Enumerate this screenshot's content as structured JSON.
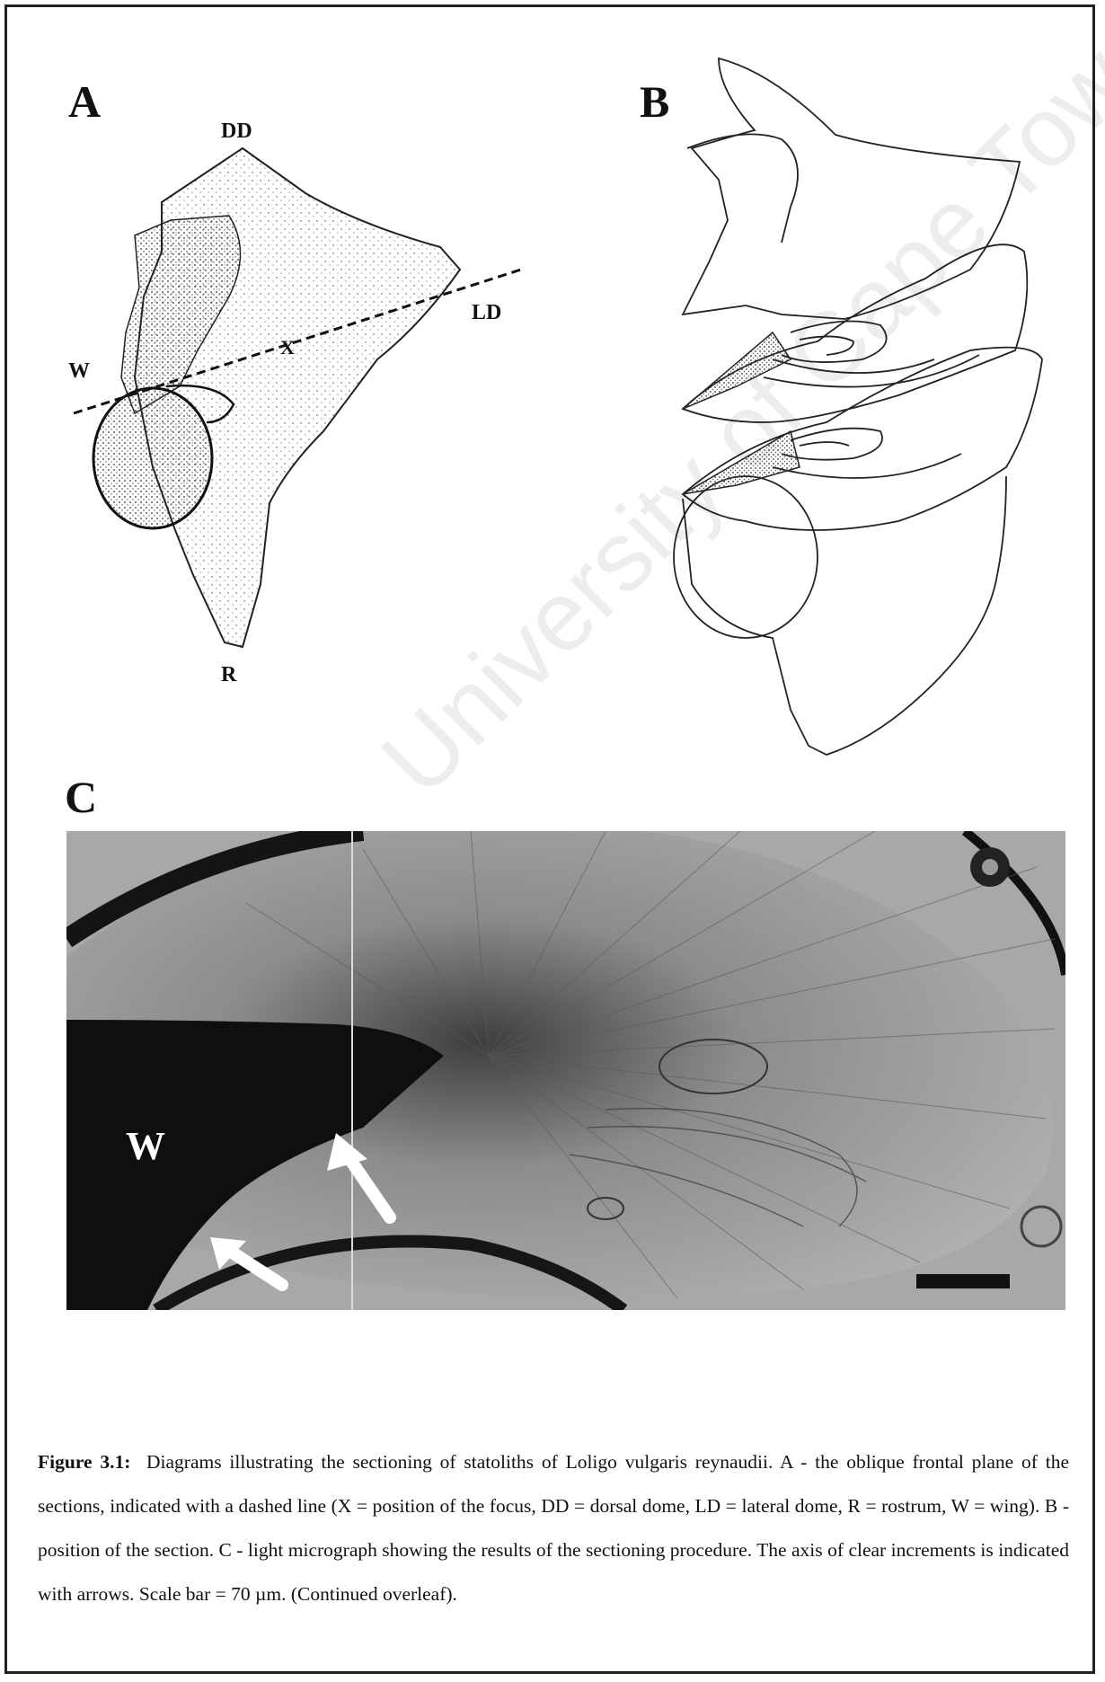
{
  "panels": {
    "a": {
      "letter": "A",
      "labels": {
        "dd": "DD",
        "ld": "LD",
        "w": "W",
        "x": "X",
        "r": "R"
      }
    },
    "b": {
      "letter": "B"
    },
    "c": {
      "letter": "C",
      "micrograph_label": "W"
    }
  },
  "watermark": "University of Cape Town",
  "caption": {
    "label": "Figure 3.1:",
    "text": "Diagrams illustrating the sectioning of statoliths of Loligo vulgaris reynaudii.  A - the oblique frontal plane of the sections, indicated with a dashed line (X = position of the focus, DD = dorsal dome, LD = lateral dome, R = rostrum, W = wing).  B - position of the section.  C - light micrograph showing the results of the sectioning procedure.  The axis of clear increments is indicated with arrows.  Scale bar = 70 µm. (Continued overleaf)."
  }
}
